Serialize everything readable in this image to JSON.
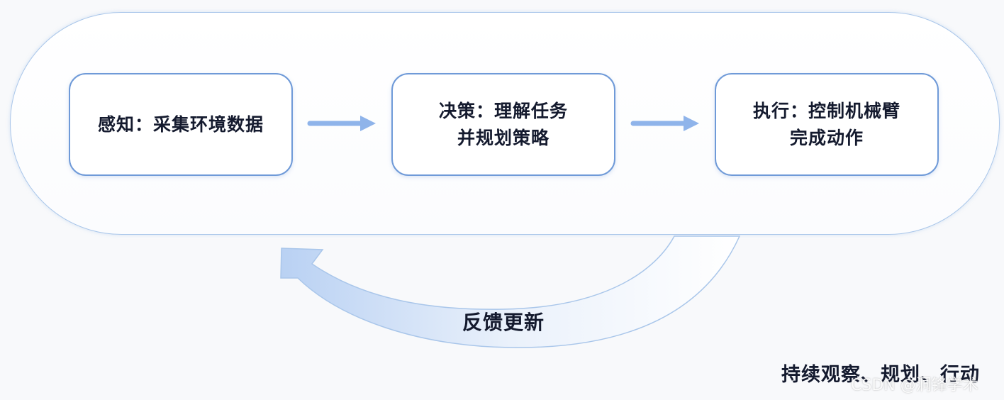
{
  "diagram": {
    "steps": [
      {
        "lines": [
          "感知：采集环境数据"
        ]
      },
      {
        "lines": [
          "决策：理解任务",
          "并规划策略"
        ]
      },
      {
        "lines": [
          "执行：控制机械臂",
          "完成动作"
        ]
      }
    ],
    "feedback_label": "反馈更新",
    "caption": "持续观察、规划、行动",
    "watermark": "CSDN @洞锋学术"
  },
  "colors": {
    "box_border": "#6f9ad8",
    "loop_border": "#a9c6ea",
    "arrow": "#8fb4ea",
    "text": "#141a2e"
  },
  "icons": [
    "right-arrow-icon",
    "right-arrow-icon",
    "curved-return-arrow-icon"
  ]
}
